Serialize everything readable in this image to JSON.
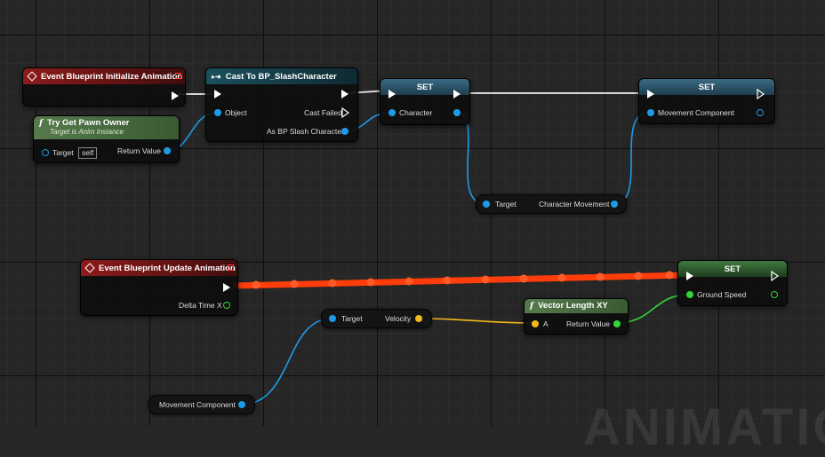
{
  "watermark": "ANIMATION",
  "nodes": {
    "init_event": {
      "title": "Event Blueprint Initialize Animation"
    },
    "try_get_pawn": {
      "title": "Try Get Pawn Owner",
      "subtitle": "Target is Anim Instance",
      "target_label": "Target",
      "target_value": "self",
      "return_label": "Return Value"
    },
    "cast": {
      "title": "Cast To BP_SlashCharacter",
      "object_label": "Object",
      "cast_failed_label": "Cast Failed",
      "as_label": "As BP Slash Character"
    },
    "set_character": {
      "title": "SET",
      "pin_label": "Character"
    },
    "set_movement": {
      "title": "SET",
      "pin_label": "Movement Component"
    },
    "get_char_movement": {
      "target_label": "Target",
      "output_label": "Character Movement"
    },
    "update_event": {
      "title": "Event Blueprint Update Animation",
      "delta_label": "Delta Time X"
    },
    "get_velocity": {
      "target_label": "Target",
      "output_label": "Velocity"
    },
    "movement_var": {
      "label": "Movement Component"
    },
    "vector_length": {
      "title": "Vector Length XY",
      "a_label": "A",
      "return_label": "Return Value"
    },
    "set_ground_speed": {
      "title": "SET",
      "pin_label": "Ground Speed"
    }
  },
  "colors": {
    "exec_wire": "#d8d8d8",
    "exec_active_wire": "#ff3d0a",
    "object_pin": "#1e9be8",
    "float_pin": "#35d23a",
    "vector_pin": "#f2b81c"
  }
}
